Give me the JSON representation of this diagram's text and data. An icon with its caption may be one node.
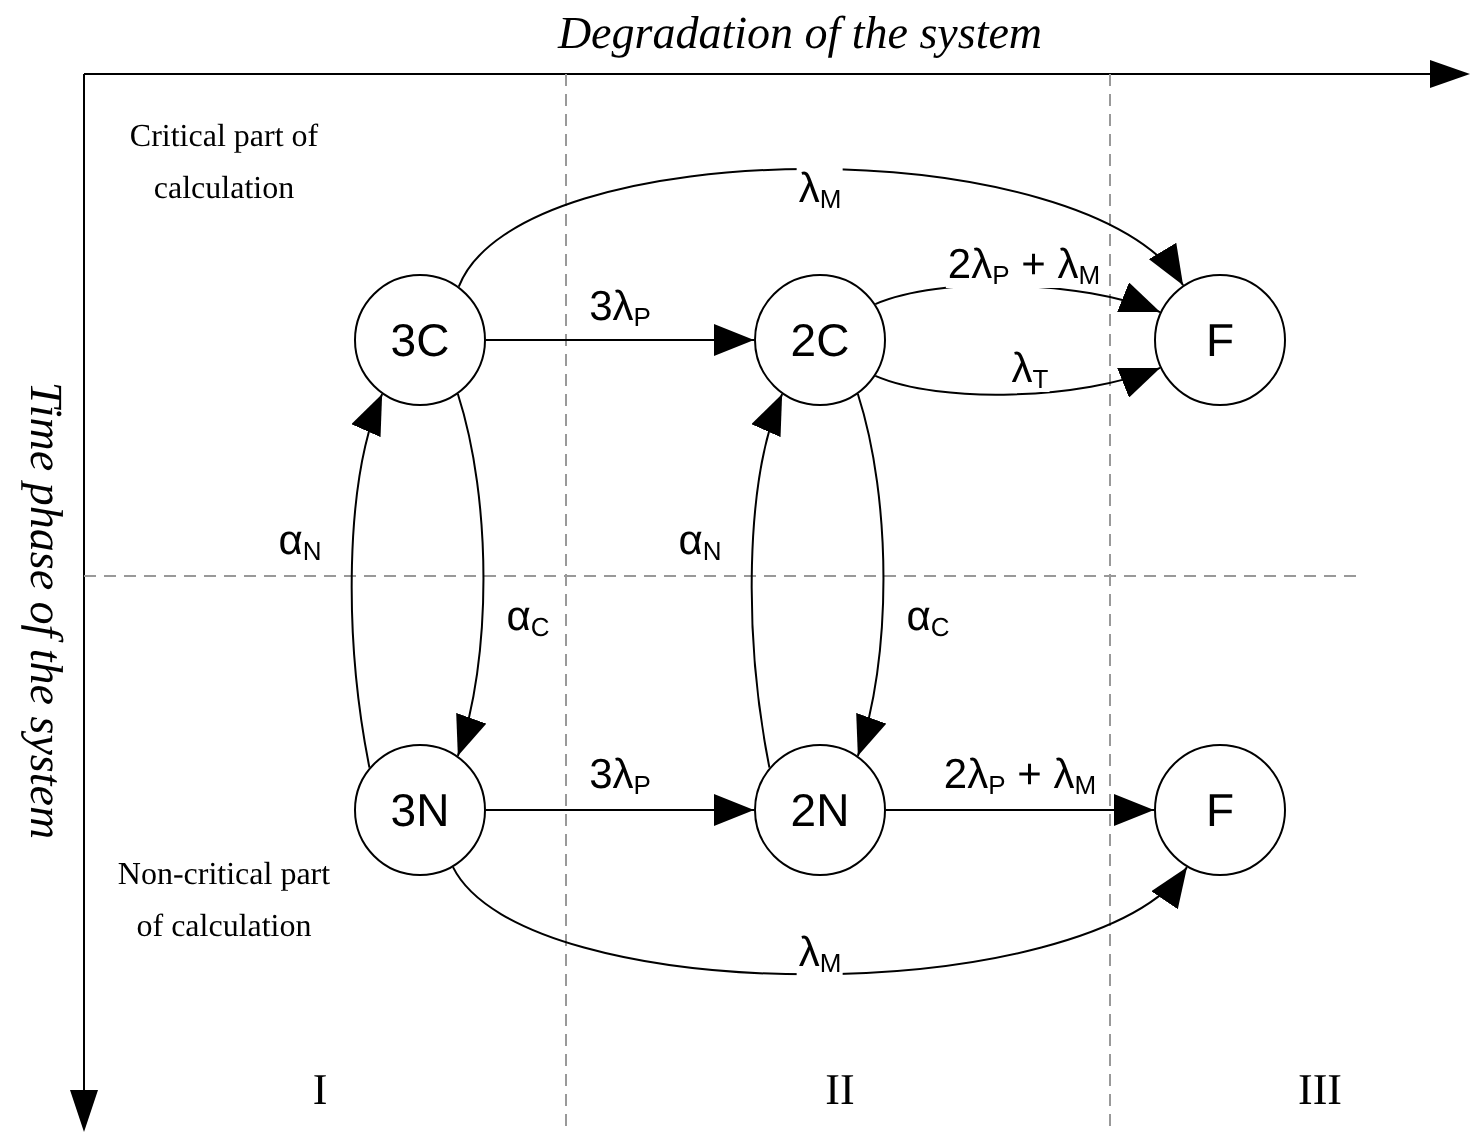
{
  "diagram": {
    "nodes": [
      {
        "text": [
          "3C"
        ]
      },
      {
        "text": [
          "2C"
        ]
      },
      {
        "text": [
          "F"
        ]
      },
      {
        "text": [
          "3N"
        ]
      },
      {
        "text": [
          "2N"
        ]
      },
      {
        "text": [
          "F"
        ]
      }
    ],
    "edges": [
      {
        "from": 0,
        "to": 2,
        "arrow": "to",
        "label": "λ$_{M}$"
      },
      {
        "from": 0,
        "to": 1,
        "arrow": "to",
        "label": "3λ$_{P}$"
      },
      {
        "from": 1,
        "to": 2,
        "arrow": "to",
        "label": "2λ$_{P}$ + λ$_{M}$"
      },
      {
        "from": 1,
        "to": 2,
        "arrow": "to",
        "label": "λ$_{T}$"
      },
      {
        "from": 3,
        "to": 0,
        "arrow": "to",
        "label": "α$_{N}$"
      },
      {
        "from": 0,
        "to": 3,
        "arrow": "to",
        "label": "α$_{C}$"
      },
      {
        "from": 4,
        "to": 1,
        "arrow": "to",
        "label": "α$_{N}$"
      },
      {
        "from": 1,
        "to": 4,
        "arrow": "to",
        "label": "α$_{C}$"
      },
      {
        "from": 3,
        "to": 4,
        "arrow": "to",
        "label": "3λ$_{P}$"
      },
      {
        "from": 4,
        "to": 5,
        "arrow": "to",
        "label": "2λ$_{P}$ + λ$_{M}$"
      },
      {
        "from": 3,
        "to": 5,
        "arrow": "to",
        "label": "λ$_{M}$"
      }
    ],
    "labels": [
      "Degradation of the system",
      "Critical part of calculation",
      "Time phase of the system",
      "Non-critical part of calculation",
      "I",
      "II",
      "III"
    ]
  }
}
